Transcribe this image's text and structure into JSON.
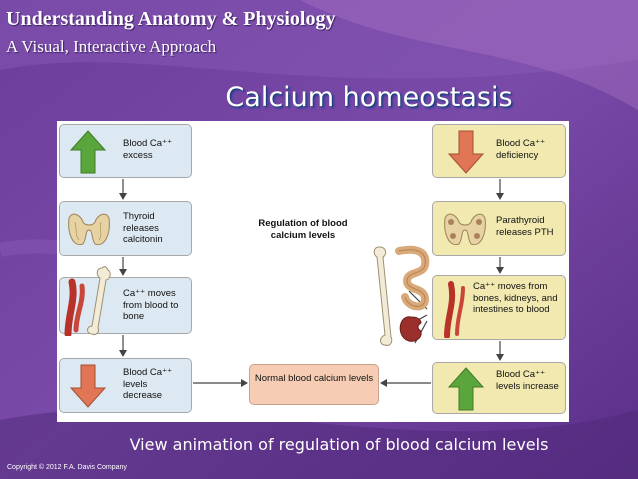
{
  "header": {
    "title": "Understanding Anatomy & Physiology",
    "subtitle": "A Visual, Interactive Approach"
  },
  "slide": {
    "title": "Calcium homeostasis",
    "caption": "View animation of regulation of blood calcium levels",
    "copyright": "Copyright © 2012 F.A. Davis Company"
  },
  "diagram": {
    "center_label": "Regulation of blood calcium levels",
    "left": {
      "excess": "Blood Ca⁺⁺ excess",
      "thyroid": "Thyroid releases calcitonin",
      "to_bone": "Ca⁺⁺ moves from blood to bone",
      "decrease": "Blood Ca⁺⁺ levels decrease"
    },
    "right": {
      "deficiency": "Blood Ca⁺⁺ deficiency",
      "parathyroid": "Parathyroid releases PTH",
      "to_blood": "Ca⁺⁺ moves from bones, kidneys, and intestines to blood",
      "increase": "Blood Ca⁺⁺ levels increase"
    },
    "normal": "Normal blood calcium levels"
  },
  "colors": {
    "background": "#6b3f99",
    "blue_box": "#dde9f2",
    "yellow_box": "#f1e9b0",
    "normal_box": "#f6cdb4",
    "up_arrow": "#5aa53c",
    "down_arrow": "#e07656"
  }
}
